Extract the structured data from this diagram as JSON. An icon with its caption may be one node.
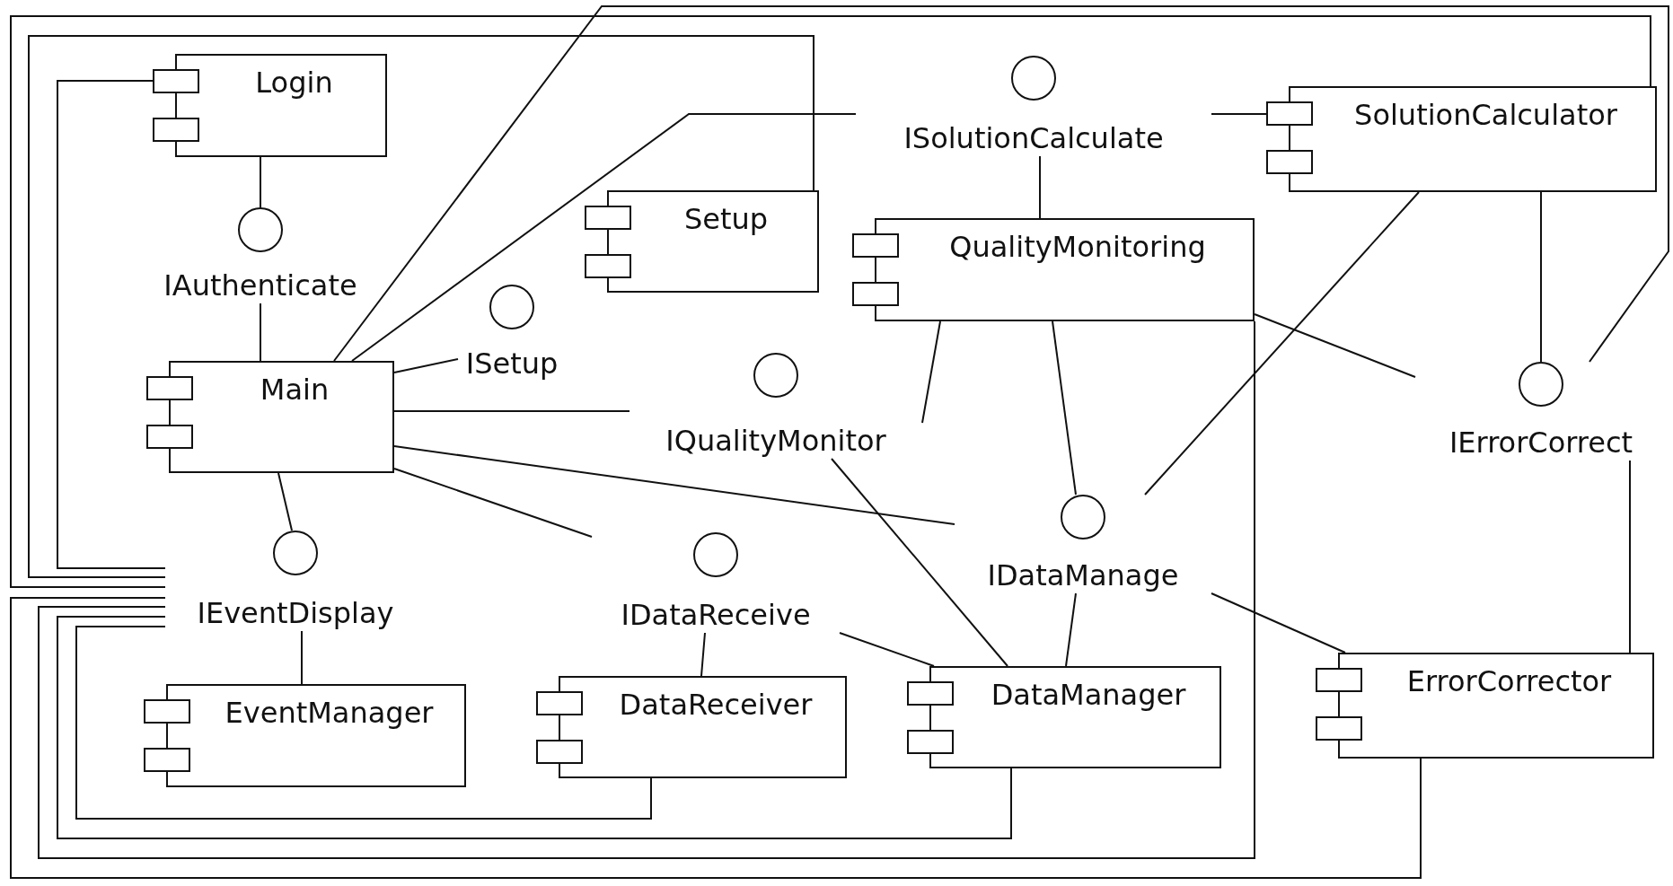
{
  "diagram": {
    "nodes": [
      {
        "text": [
          "Login"
        ]
      },
      {
        "text": [
          "ISolutionCalculate"
        ]
      },
      {
        "text": [
          "SolutionCalculator"
        ]
      },
      {
        "text": [
          "Setup"
        ]
      },
      {
        "text": [
          "IAuthenticate"
        ]
      },
      {
        "text": [
          "QualityMonitoring"
        ]
      },
      {
        "text": [
          "ISetup"
        ]
      },
      {
        "text": [
          "Main"
        ]
      },
      {
        "text": [
          "IQualityMonitor"
        ]
      },
      {
        "text": [
          "IErrorCorrect"
        ]
      },
      {
        "text": [
          "IDataManage"
        ]
      },
      {
        "text": [
          "IEventDisplay"
        ]
      },
      {
        "text": [
          "IDataReceive"
        ]
      },
      {
        "text": [
          "EventManager"
        ]
      },
      {
        "text": [
          "DataReceiver"
        ]
      },
      {
        "text": [
          "DataManager"
        ]
      },
      {
        "text": [
          "ErrorCorrector"
        ]
      }
    ],
    "edges": [
      {
        "from": 0,
        "to": 4,
        "arrow": "none"
      },
      {
        "from": 7,
        "to": 4,
        "arrow": "none"
      },
      {
        "from": 7,
        "to": 1,
        "arrow": "none"
      },
      {
        "from": 7,
        "to": 9,
        "arrow": "none"
      },
      {
        "from": 7,
        "to": 6,
        "arrow": "none"
      },
      {
        "from": 3,
        "to": 11,
        "arrow": "none"
      },
      {
        "from": 0,
        "to": 11,
        "arrow": "none"
      },
      {
        "from": 2,
        "to": 11,
        "arrow": "none"
      },
      {
        "from": 2,
        "to": 1,
        "arrow": "none"
      },
      {
        "from": 5,
        "to": 1,
        "arrow": "none"
      },
      {
        "from": 2,
        "to": 9,
        "arrow": "none"
      },
      {
        "from": 2,
        "to": 10,
        "arrow": "none"
      },
      {
        "from": 5,
        "to": 8,
        "arrow": "none"
      },
      {
        "from": 5,
        "to": 10,
        "arrow": "none"
      },
      {
        "from": 5,
        "to": 9,
        "arrow": "none"
      },
      {
        "from": 5,
        "to": 11,
        "arrow": "none"
      },
      {
        "from": 7,
        "to": 8,
        "arrow": "none"
      },
      {
        "from": 7,
        "to": 10,
        "arrow": "none"
      },
      {
        "from": 7,
        "to": 12,
        "arrow": "none"
      },
      {
        "from": 7,
        "to": 11,
        "arrow": "none"
      },
      {
        "from": 13,
        "to": 11,
        "arrow": "none"
      },
      {
        "from": 15,
        "to": 8,
        "arrow": "none"
      },
      {
        "from": 14,
        "to": 12,
        "arrow": "none"
      },
      {
        "from": 15,
        "to": 12,
        "arrow": "none"
      },
      {
        "from": 15,
        "to": 10,
        "arrow": "none"
      },
      {
        "from": 16,
        "to": 10,
        "arrow": "none"
      },
      {
        "from": 16,
        "to": 9,
        "arrow": "none"
      },
      {
        "from": 14,
        "to": 11,
        "arrow": "none"
      },
      {
        "from": 15,
        "to": 11,
        "arrow": "none"
      },
      {
        "from": 16,
        "to": 11,
        "arrow": "none"
      }
    ]
  }
}
